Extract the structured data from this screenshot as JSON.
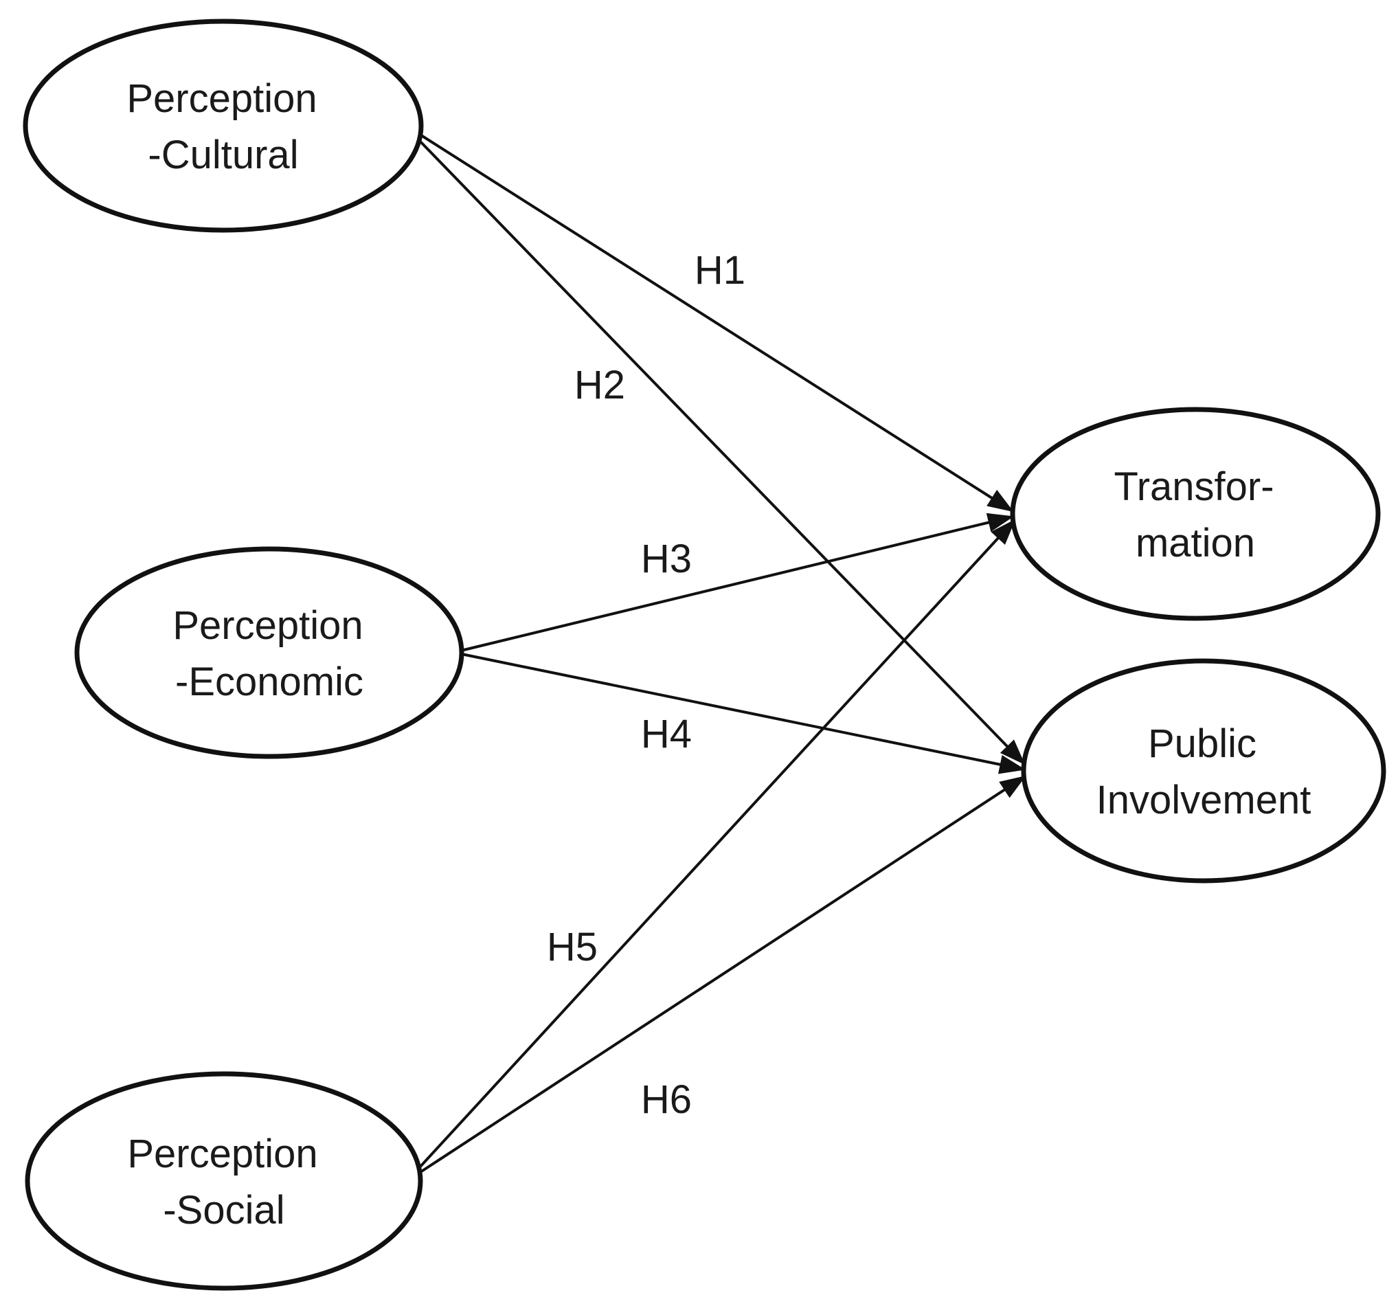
{
  "figure": {
    "type": "path-diagram",
    "background": "#ffffff",
    "stroke_color": "#111111",
    "text_color": "#1a1a1a",
    "nodes": [
      {
        "id": "perception-cultural",
        "label_line1": "Perception",
        "label_line2": "-Cultural"
      },
      {
        "id": "perception-economic",
        "label_line1": "Perception",
        "label_line2": "-Economic"
      },
      {
        "id": "perception-social",
        "label_line1": "Perception",
        "label_line2": "-Social"
      },
      {
        "id": "transformation",
        "label_line1": "Transfor-",
        "label_line2": "mation"
      },
      {
        "id": "public-involvement",
        "label_line1": "Public",
        "label_line2": "Involvement"
      }
    ],
    "edges": [
      {
        "label": "H1",
        "from": "perception-cultural",
        "to": "transformation"
      },
      {
        "label": "H2",
        "from": "perception-cultural",
        "to": "public-involvement"
      },
      {
        "label": "H3",
        "from": "perception-economic",
        "to": "transformation"
      },
      {
        "label": "H4",
        "from": "perception-economic",
        "to": "public-involvement"
      },
      {
        "label": "H5",
        "from": "perception-social",
        "to": "transformation"
      },
      {
        "label": "H6",
        "from": "perception-social",
        "to": "public-involvement"
      }
    ]
  }
}
